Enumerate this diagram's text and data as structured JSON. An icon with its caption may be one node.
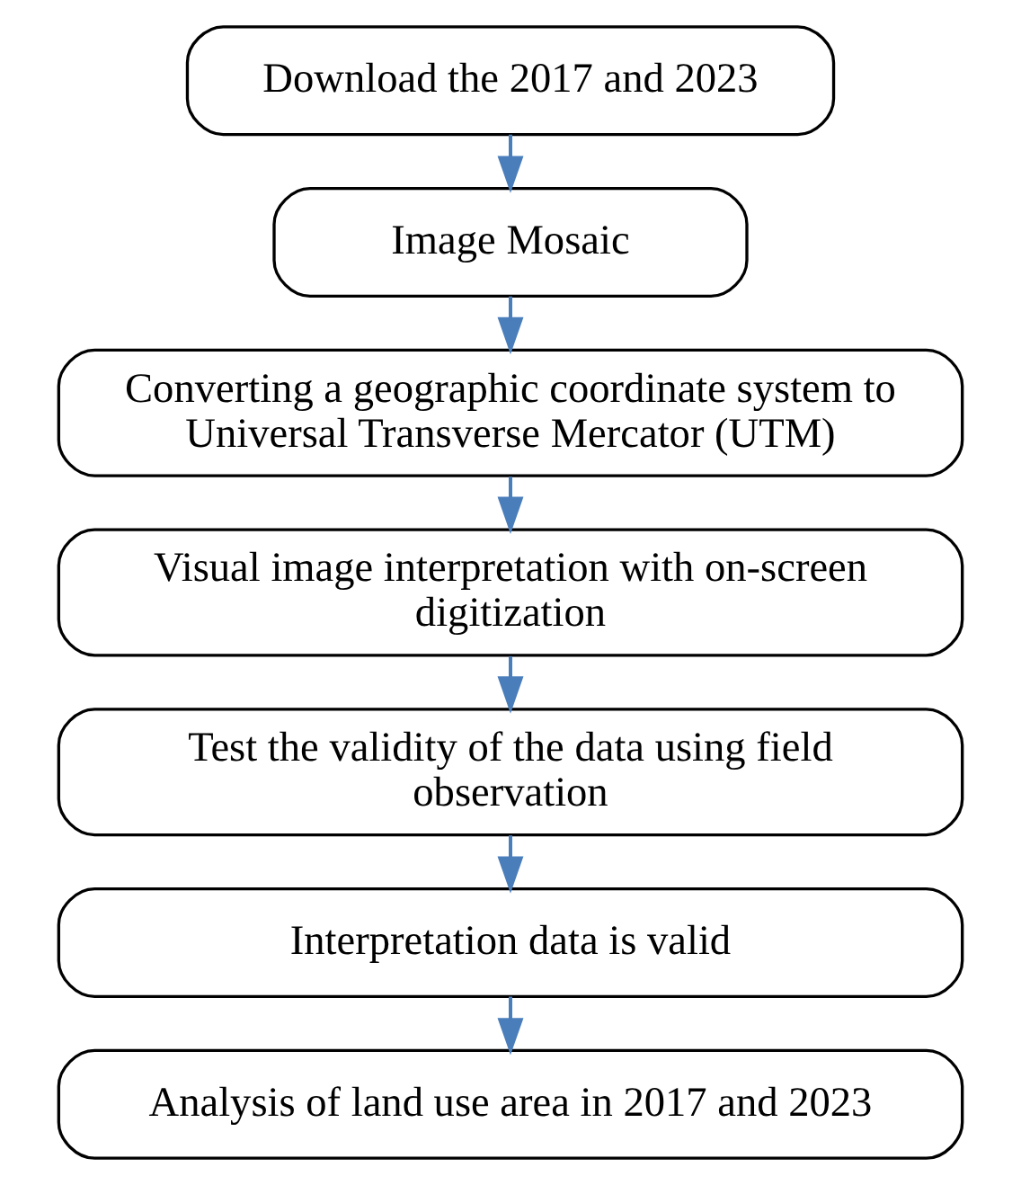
{
  "diagram": {
    "nodes": [
      {
        "text": [
          "Download the 2017 and 2023"
        ]
      },
      {
        "text": [
          "Image Mosaic"
        ]
      },
      {
        "text": [
          "Converting a geographic coordinate system to Universal Transverse Mercator (UTM)"
        ]
      },
      {
        "text": [
          "Visual image interpretation with on-screen digitization"
        ]
      },
      {
        "text": [
          "Test the validity of the data using field observation"
        ]
      },
      {
        "text": [
          "Interpretation data is valid"
        ]
      },
      {
        "text": [
          "Analysis of land use area in 2017 and 2023"
        ]
      }
    ],
    "edges": [
      {
        "from": 0,
        "to": 1,
        "arrow": "to"
      },
      {
        "from": 1,
        "to": 2,
        "arrow": "to"
      },
      {
        "from": 2,
        "to": 3,
        "arrow": "to"
      },
      {
        "from": 3,
        "to": 4,
        "arrow": "to"
      },
      {
        "from": 4,
        "to": 5,
        "arrow": "to"
      },
      {
        "from": 5,
        "to": 6,
        "arrow": "to"
      }
    ]
  }
}
